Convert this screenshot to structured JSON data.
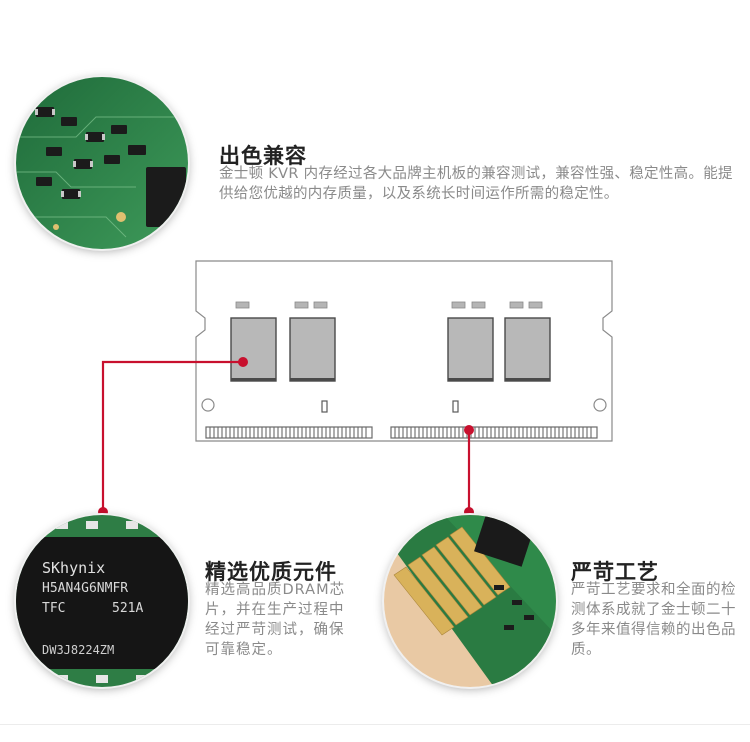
{
  "features": [
    {
      "title": "出色兼容",
      "description": "金士顿 KVR 内存经过各大品牌主机板的兼容测试，兼容性强、稳定性高。能提供给您优越的内存质量，以及系统长时间运作所需的稳定性。"
    },
    {
      "title": "精选优质元件",
      "description": "精选高品质DRAM芯片，并在生产过程中经过严苛测试，确保可靠稳定。"
    },
    {
      "title": "严苛工艺",
      "description": "严苛工艺要求和全面的检测体系成就了金士顿二十多年来值得信赖的出色品质。"
    }
  ],
  "chip_markings": {
    "brand": "SKhynix",
    "line1": "H5AN4G6NMFR",
    "line2_left": "TFC",
    "line2_right": "521A",
    "line3": "DW3J8224ZM"
  },
  "colors": {
    "accent": "#c8102e",
    "pcb_green": "#2f8a4a",
    "gold": "#d9b25a"
  }
}
